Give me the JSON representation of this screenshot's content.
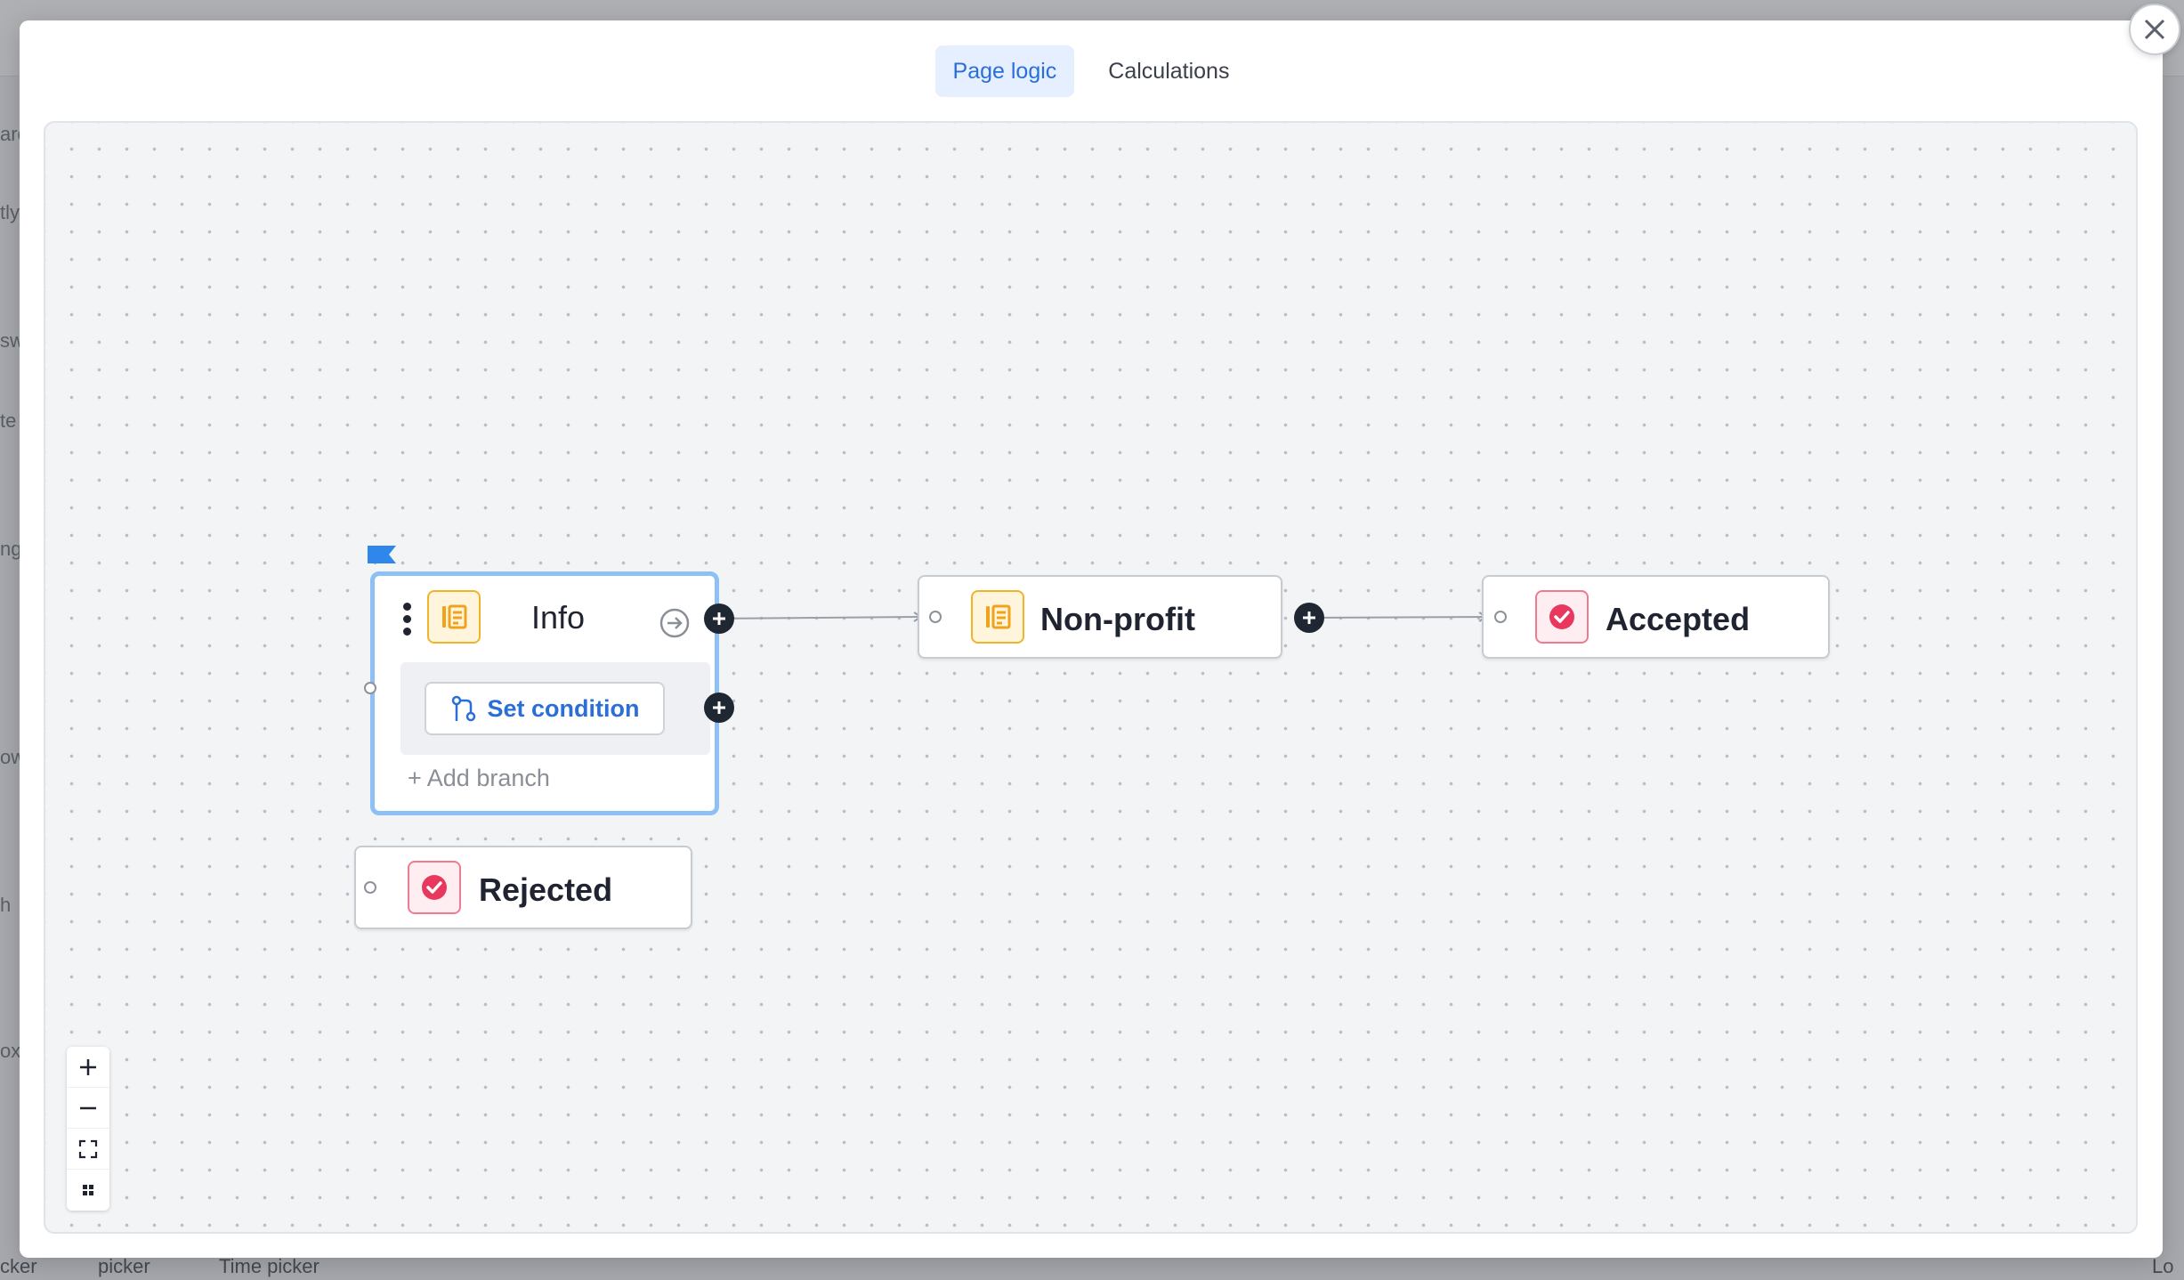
{
  "background": {
    "side_fragments": [
      "arc",
      "tly",
      "sw",
      "te",
      "ng",
      "ow",
      "h",
      "oxe"
    ],
    "footer_items": [
      "cker",
      "picker",
      "Time picker",
      "Lo"
    ]
  },
  "modal": {
    "tabs": [
      {
        "label": "Page logic",
        "active": true
      },
      {
        "label": "Calculations",
        "active": false
      }
    ]
  },
  "flow": {
    "start_node": {
      "title": "Info",
      "icon": "page-icon",
      "condition_button": "Set condition",
      "add_branch": "+ Add branch",
      "start_marker": "flag-icon"
    },
    "nodes": [
      {
        "title": "Non-profit",
        "icon": "page-icon"
      },
      {
        "title": "Accepted",
        "icon": "end-check-icon"
      },
      {
        "title": "Rejected",
        "icon": "end-check-icon"
      }
    ],
    "connections": [
      [
        "Info",
        "Non-profit"
      ],
      [
        "Non-profit",
        "Accepted"
      ]
    ]
  },
  "controls": [
    "zoom-in",
    "zoom-out",
    "fit-view",
    "toggle-minimap"
  ],
  "colors": {
    "accent": "#2a6fd8",
    "selected_border": "#8ec0f5",
    "page_icon": "#f0b429",
    "end_icon": "#e8385e",
    "handle": "#1f2733"
  }
}
